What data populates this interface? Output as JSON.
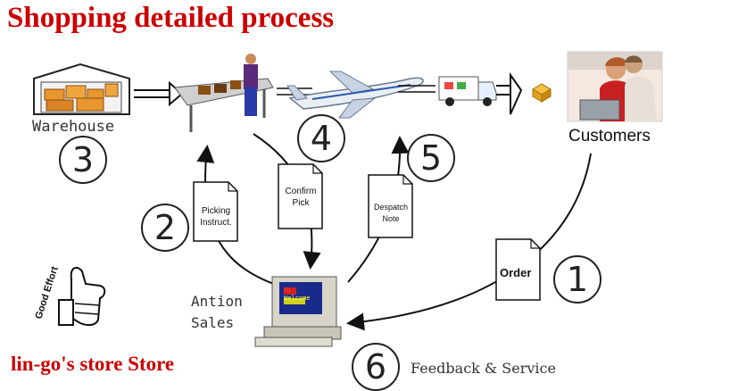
{
  "title": "Shopping detailed process",
  "store_name": "lin-go's store Store",
  "nodes": {
    "warehouse": "Warehouse",
    "customers": "Customers",
    "sales_line1": "Antion",
    "sales_line2": "Sales",
    "feedback": "Feedback & Service"
  },
  "documents": {
    "picking_line1": "Picking",
    "picking_line2": "Instruct.",
    "confirm_line1": "Confirm",
    "confirm_line2": "Pick",
    "despatch_line1": "Despatch",
    "despatch_line2": "Note",
    "order": "Order"
  },
  "steps": [
    "1",
    "2",
    "3",
    "4",
    "5",
    "6"
  ],
  "badge_text": "Good Effort",
  "screen_text_line1": "Hi",
  "screen_text_line2": "Welcome",
  "colors": {
    "title": "#cc0000",
    "store": "#cc0000",
    "arrow": "#111111"
  }
}
